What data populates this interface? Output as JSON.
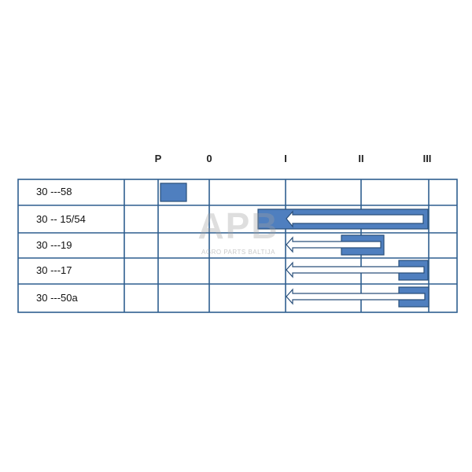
{
  "positions": [
    "P",
    "0",
    "I",
    "II",
    "III"
  ],
  "rows": [
    {
      "label": "30 ---58"
    },
    {
      "label": "30 -- 15/54"
    },
    {
      "label": "30 ---19"
    },
    {
      "label": "30 ---17"
    },
    {
      "label": "30 ---50a"
    }
  ],
  "watermark": {
    "logo": "APB",
    "subtitle": "AGRO PARTS BALTIJA"
  },
  "colors": {
    "grid": "#2f5f8f",
    "fill": "#4f7fbf",
    "stroke": "#2a4f7a"
  }
}
